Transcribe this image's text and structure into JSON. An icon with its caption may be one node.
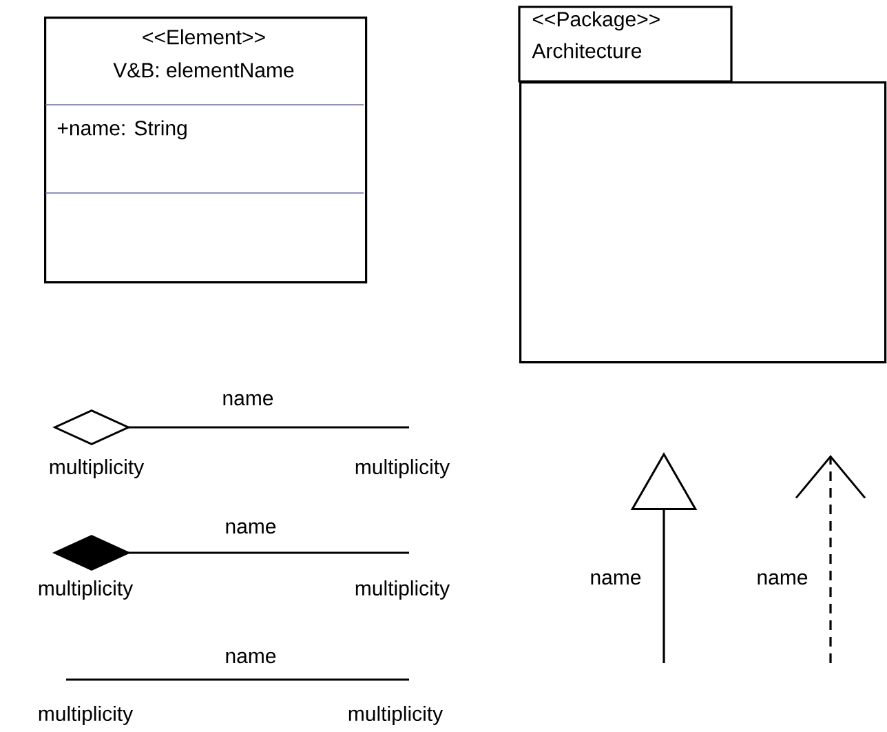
{
  "diagram": {
    "nodes": [
      {
        "text": [
          "<<Element>>",
          "V&B: elementName",
          "+name: String"
        ]
      },
      {
        "text": [
          "<<Package>>",
          "Architecture"
        ]
      }
    ],
    "labels": [
      "name",
      "multiplicity",
      "multiplicity",
      "name",
      "multiplicity",
      "multiplicity",
      "name",
      "multiplicity",
      "multiplicity",
      "name",
      "name"
    ]
  }
}
